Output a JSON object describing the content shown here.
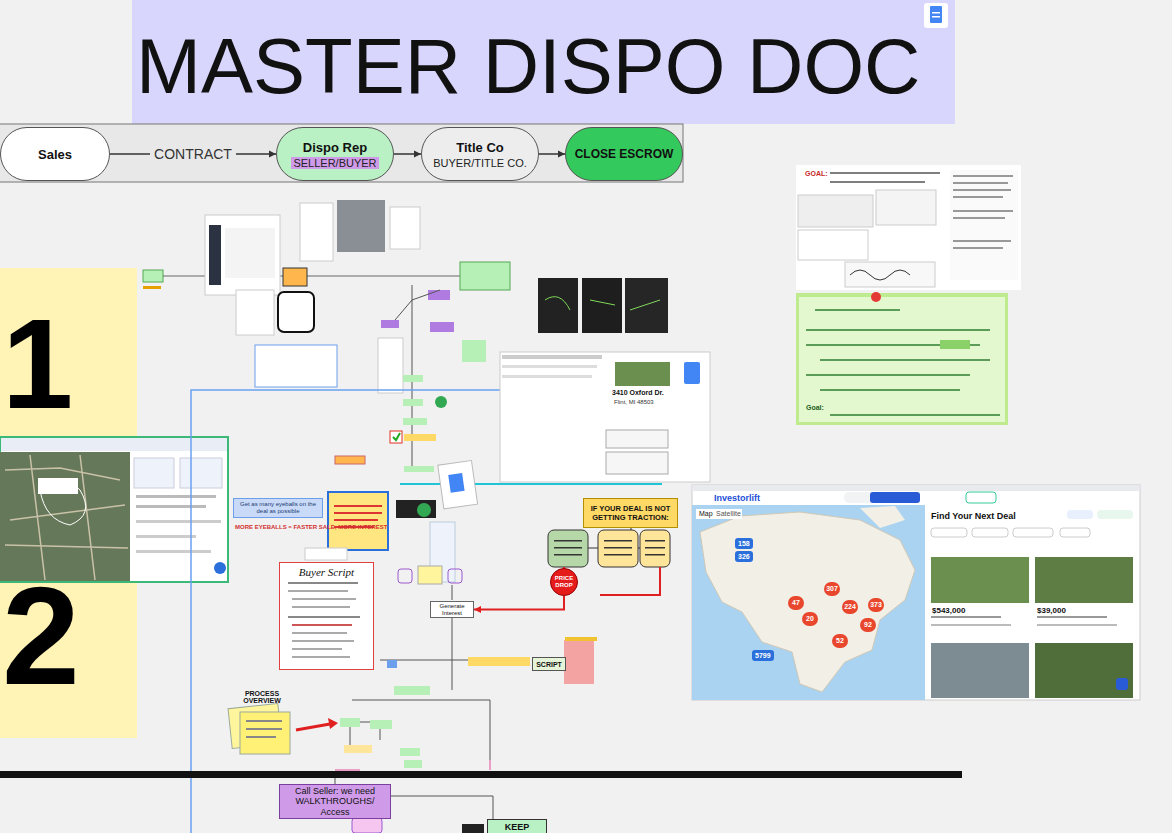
{
  "diagram": {
    "title": "MASTER DISPO DOC",
    "nodes": [
      {
        "text": [
          "Sales"
        ]
      },
      {
        "text": [
          "Dispo Rep",
          "SELLER/BUYER"
        ]
      },
      {
        "text": [
          "Title Co",
          "BUYER/TITLE CO."
        ]
      },
      {
        "text": [
          "CLOSE ESCROW"
        ]
      },
      {
        "text": [
          "Get as many eyeballs on the deal as possible"
        ]
      },
      {
        "text": [
          "IF YOUR DEAL IS NOT GETTING TRACTION:"
        ]
      },
      {
        "text": [
          "PRICE DROP"
        ]
      },
      {
        "text": [
          "Buyer Script"
        ]
      },
      {
        "text": [
          "Generate Interest"
        ]
      },
      {
        "text": [
          "SCRIPT"
        ]
      },
      {
        "text": [
          "PROCESS OVERVIEW"
        ]
      },
      {
        "text": [
          "Call Seller: we need WALKTHROUGHS/ Access"
        ]
      },
      {
        "text": [
          "KEEP"
        ]
      }
    ],
    "edges": [
      {
        "from": 0,
        "to": 1,
        "label": "CONTRACT",
        "arrow": "to"
      },
      {
        "from": 1,
        "to": 2,
        "arrow": "to"
      },
      {
        "from": 2,
        "to": 3,
        "arrow": "to"
      },
      {
        "from": 6,
        "to": 8,
        "arrow": "to"
      }
    ],
    "labels": [
      "1",
      "2",
      "3410 Oxford Dr.",
      "Flint, MI 48503",
      "Investorlift",
      "Find Your Next Deal",
      "Map",
      "Satellite",
      "$543,000",
      "$39,000",
      "GOAL:",
      "Goal:",
      "MORE EYEBALLS = FASTER SALE, MORE INTEREST",
      "158",
      "326",
      "47",
      "20",
      "307",
      "92",
      "52",
      "224",
      "373",
      "5799"
    ]
  }
}
